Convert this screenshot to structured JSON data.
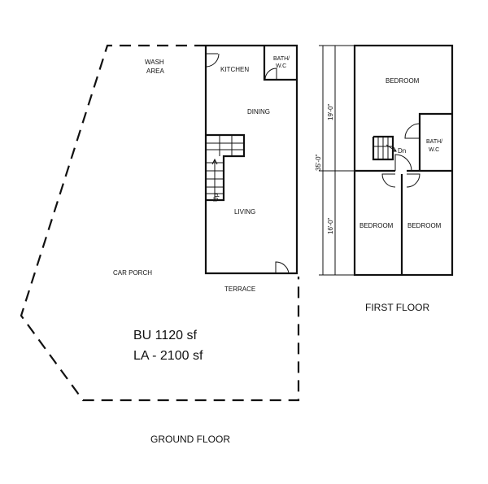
{
  "ground_floor": {
    "caption": "GROUND FLOOR",
    "rooms": {
      "wash_area_line1": "WASH",
      "wash_area_line2": "AREA",
      "kitchen": "KITCHEN",
      "bath_line1": "BATH/",
      "bath_line2": "W.C",
      "dining": "DINING",
      "living": "LIVING",
      "car_porch": "CAR PORCH",
      "terrace": "TERRACE",
      "stair_up": "Up"
    },
    "area_bu": "BU  1120 sf",
    "area_la": "LA - 2100 sf"
  },
  "first_floor": {
    "caption": "FIRST FLOOR",
    "rooms": {
      "bedroom_top": "BEDROOM",
      "bedroom_left": "BEDROOM",
      "bedroom_right": "BEDROOM",
      "bath_line1": "BATH/",
      "bath_line2": "W.C",
      "stair_down": "Dn"
    },
    "dimensions": {
      "upper": "19'-0\"",
      "overall": "35'-0\"",
      "lower": "16'-0\""
    }
  }
}
